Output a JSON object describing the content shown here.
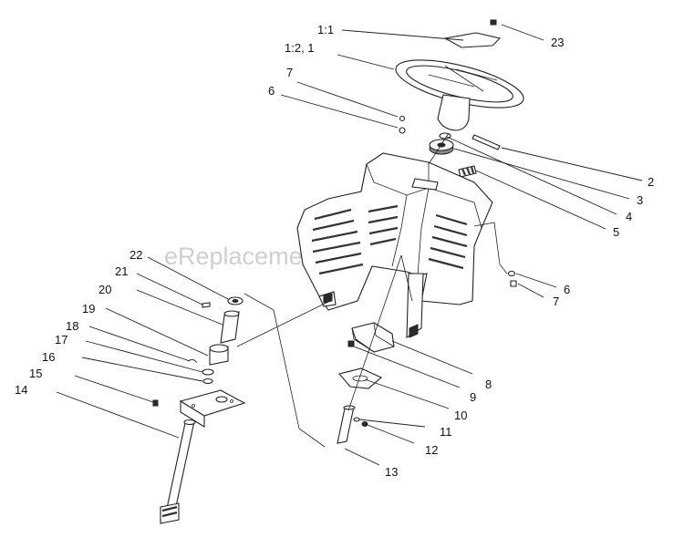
{
  "watermark": "eReplacementParts.com",
  "labels": {
    "p1_1": "1:1",
    "p1_2_1": "1:2, 1",
    "p23": "23",
    "p7a": "7",
    "p6a": "6",
    "p2": "2",
    "p3": "3",
    "p4": "4",
    "p5": "5",
    "p6b": "6",
    "p7b": "7",
    "p22": "22",
    "p21": "21",
    "p20": "20",
    "p19": "19",
    "p18": "18",
    "p17": "17",
    "p16": "16",
    "p15": "15",
    "p14": "14",
    "p8": "8",
    "p9": "9",
    "p10": "10",
    "p11": "11",
    "p12": "12",
    "p13": "13"
  }
}
